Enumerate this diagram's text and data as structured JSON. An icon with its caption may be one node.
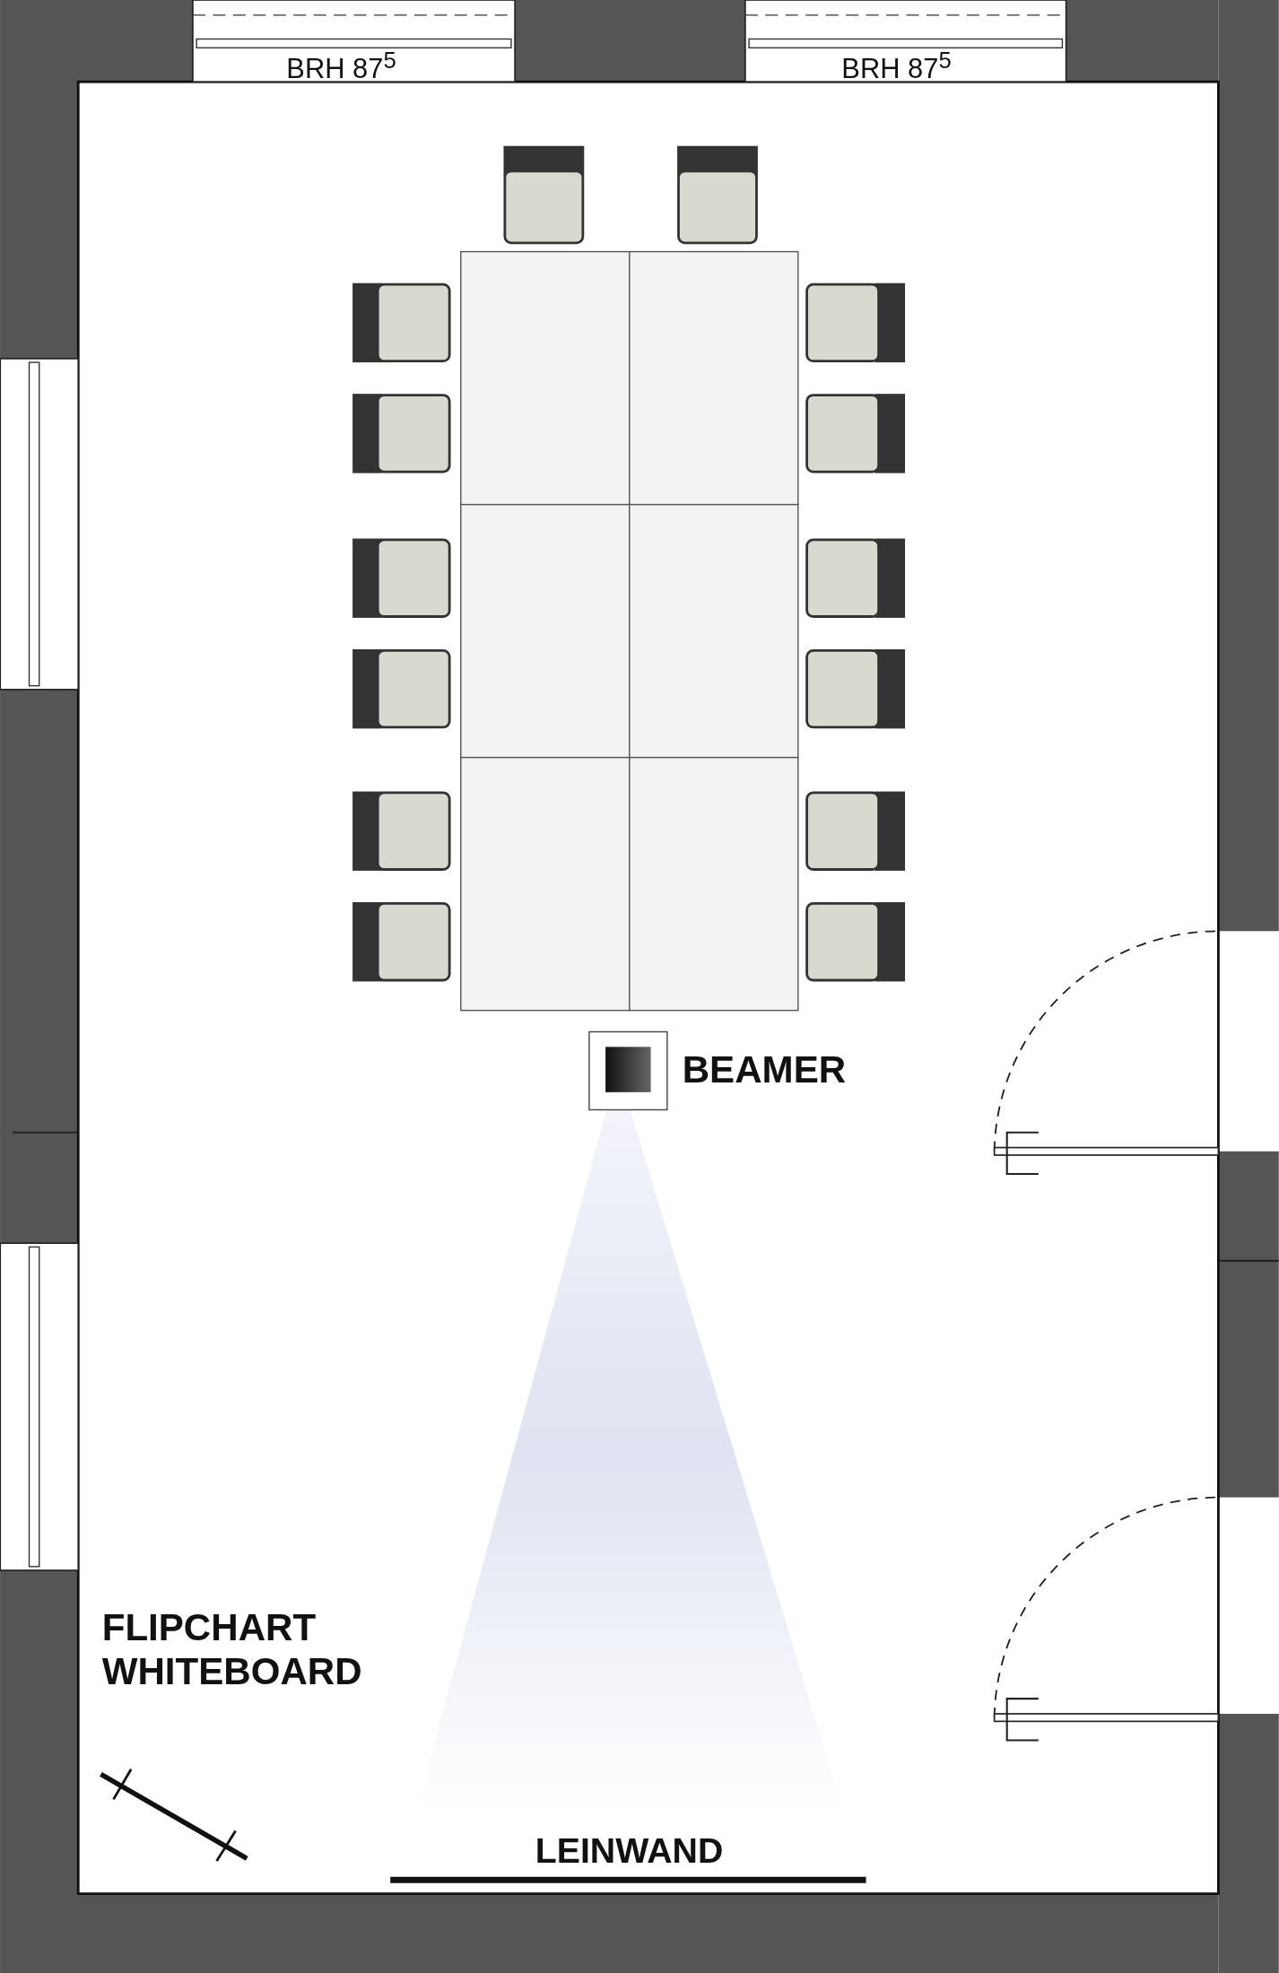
{
  "diagram": {
    "labels": [
      "BRH 87$^{5}$",
      "BRH 87$^{5}$",
      "BEAMER",
      "FLIPCHART",
      "WHITEBOARD",
      "LEINWAND"
    ]
  }
}
